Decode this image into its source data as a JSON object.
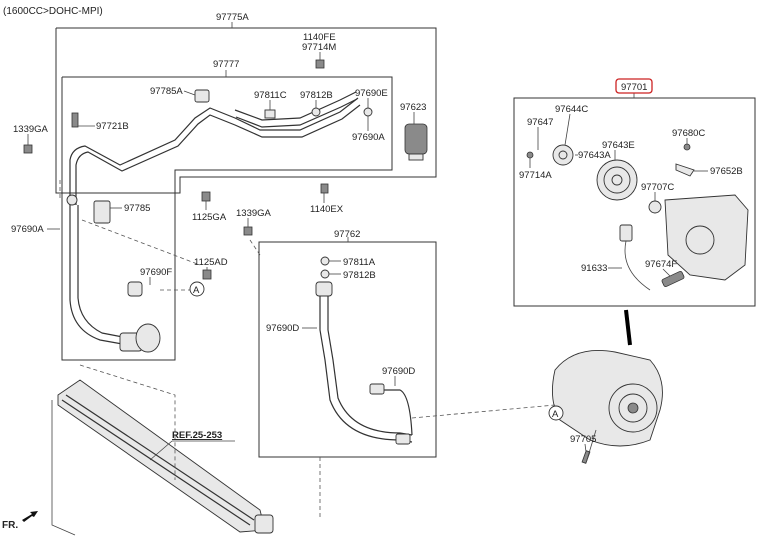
{
  "header": {
    "engine_spec": "(1600CC>DOHC-MPI)"
  },
  "front_marker": {
    "label": "FR."
  },
  "reference": {
    "label": "REF.25-253"
  },
  "callout_marker": "A",
  "groups": {
    "hose_assembly": "97775A",
    "suction_hose": "97777",
    "discharge_hose": "97762",
    "compressor_assembly": "97701"
  },
  "part_labels": [
    "1140FE",
    "97714M",
    "97785A",
    "97811C",
    "97812B",
    "97690E",
    "97623",
    "97721B",
    "97690A",
    "1339GA",
    "97785",
    "1125GA",
    "1140EX",
    "1339GA",
    "97690A",
    "1125AD",
    "97690F",
    "97811A",
    "97812B",
    "97690D",
    "97690D",
    "97644C",
    "97647",
    "97643E",
    "97643A",
    "97714A",
    "97680C",
    "97652B",
    "97707C",
    "91633",
    "97674F",
    "97705"
  ],
  "colors": {
    "highlight_box": "#cc2222",
    "line": "#333333"
  },
  "icons": [
    "front-arrow-icon",
    "callout-a-icon"
  ]
}
